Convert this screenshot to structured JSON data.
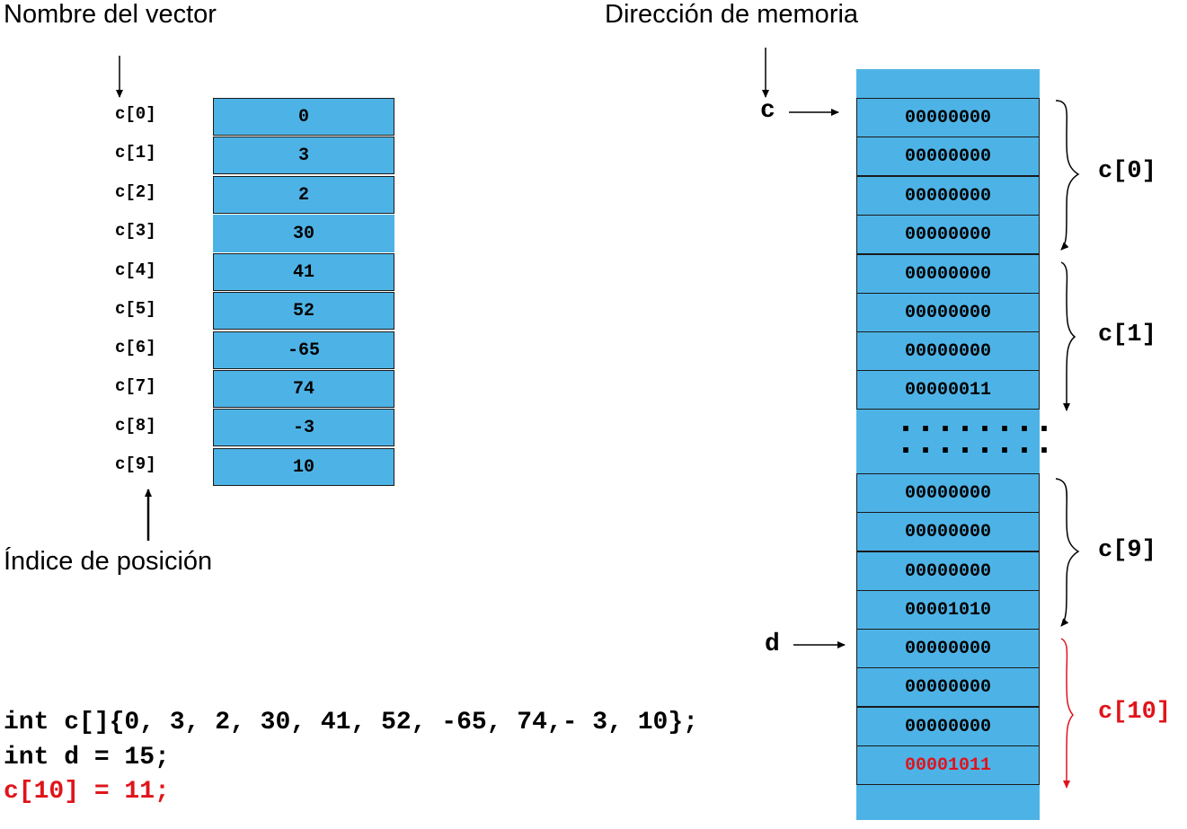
{
  "labels": {
    "vector_name": "Nombre del vector",
    "memory_address": "Dirección de memoria",
    "position_index": "Índice de posición"
  },
  "array": {
    "indices": [
      "c[0]",
      "c[1]",
      "c[2]",
      "c[3]",
      "c[4]",
      "c[5]",
      "c[6]",
      "c[7]",
      "c[8]",
      "c[9]"
    ],
    "values": [
      "0",
      "3",
      "2",
      "30",
      "41",
      "52",
      "-65",
      "74",
      "-3",
      "10"
    ]
  },
  "memory": {
    "pointer_c": "c",
    "pointer_d": "d",
    "group_c0": [
      "00000000",
      "00000000",
      "00000000",
      "00000000"
    ],
    "group_c1": [
      "00000000",
      "00000000",
      "00000000",
      "00000011"
    ],
    "ellipsis": "........",
    "group_c9": [
      "00000000",
      "00000000",
      "00000000",
      "00001010"
    ],
    "group_c10": [
      "00000000",
      "00000000",
      "00000000",
      "00001011"
    ],
    "brace_labels": {
      "c0": "c[0]",
      "c1": "c[1]",
      "c9": "c[9]",
      "c10": "c[10]"
    }
  },
  "code": {
    "line1": "int c[]{0, 3, 2, 30, 41, 52, -65, 74,- 3, 10};",
    "line2": "int d = 15;",
    "line3": "c[10] = 11;"
  },
  "colors": {
    "cell_fill": "#4db3e6",
    "highlight": "#e0141b"
  }
}
